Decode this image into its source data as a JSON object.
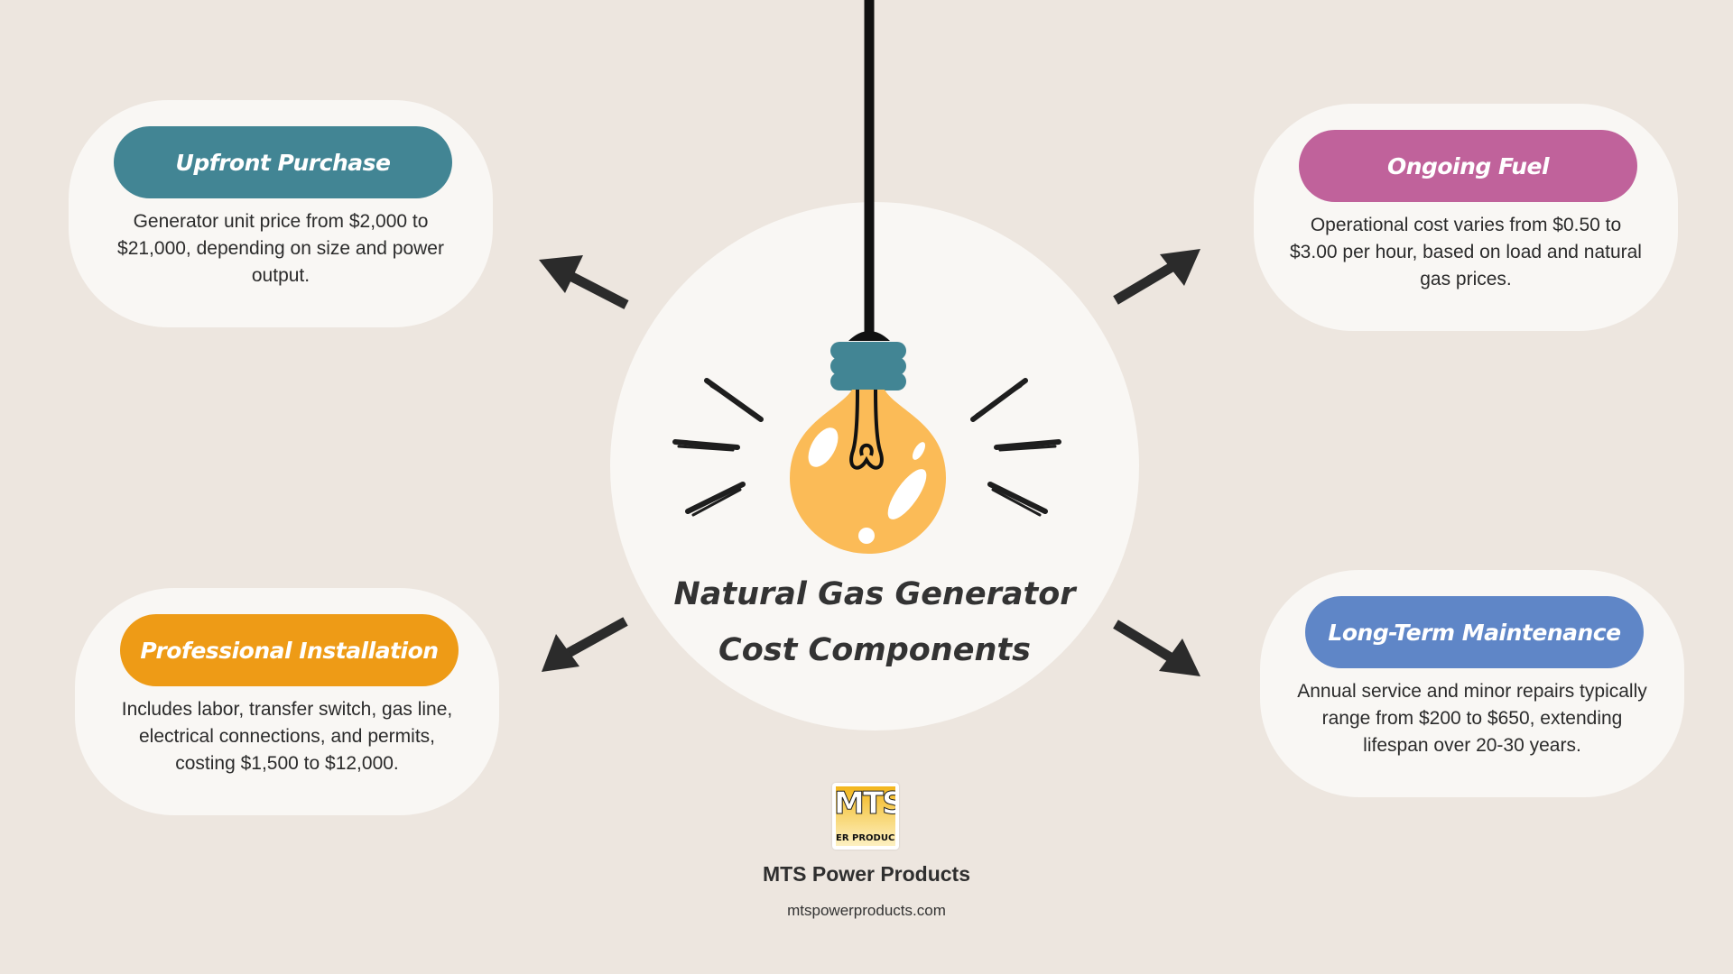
{
  "title_lines": [
    "Natural Gas Generator",
    "Cost Components"
  ],
  "colors": {
    "background": "#ede6df",
    "card": "#f9f7f4",
    "upfront": "#428594",
    "fuel": "#c0629b",
    "installation": "#ee9b16",
    "maintenance": "#5f86c7",
    "bulb": "#fbbb57",
    "socket": "#428594"
  },
  "cards": {
    "upfront": {
      "label": "Upfront Purchase",
      "text": "Generator unit price from $2,000 to $21,000, depending on size and power output."
    },
    "fuel": {
      "label": "Ongoing Fuel",
      "text": "Operational cost varies from $0.50 to $3.00 per hour, based on load and natural gas prices."
    },
    "installation": {
      "label": "Professional Installation",
      "text": "Includes labor, transfer switch, gas line, electrical connections, and permits, costing $1,500 to $12,000."
    },
    "maintenance": {
      "label": "Long-Term Maintenance",
      "text": "Annual service and minor repairs typically range from $200 to $650, extending lifespan over 20-30 years."
    }
  },
  "icons": [
    "light-bulb-icon",
    "arrow-up-left-icon",
    "arrow-up-right-icon",
    "arrow-down-left-icon",
    "arrow-down-right-icon"
  ],
  "logo": {
    "letters": "MTS",
    "sub": "ER PRODUC"
  },
  "brand": {
    "name": "MTS Power Products",
    "url": "mtspowerproducts.com"
  }
}
